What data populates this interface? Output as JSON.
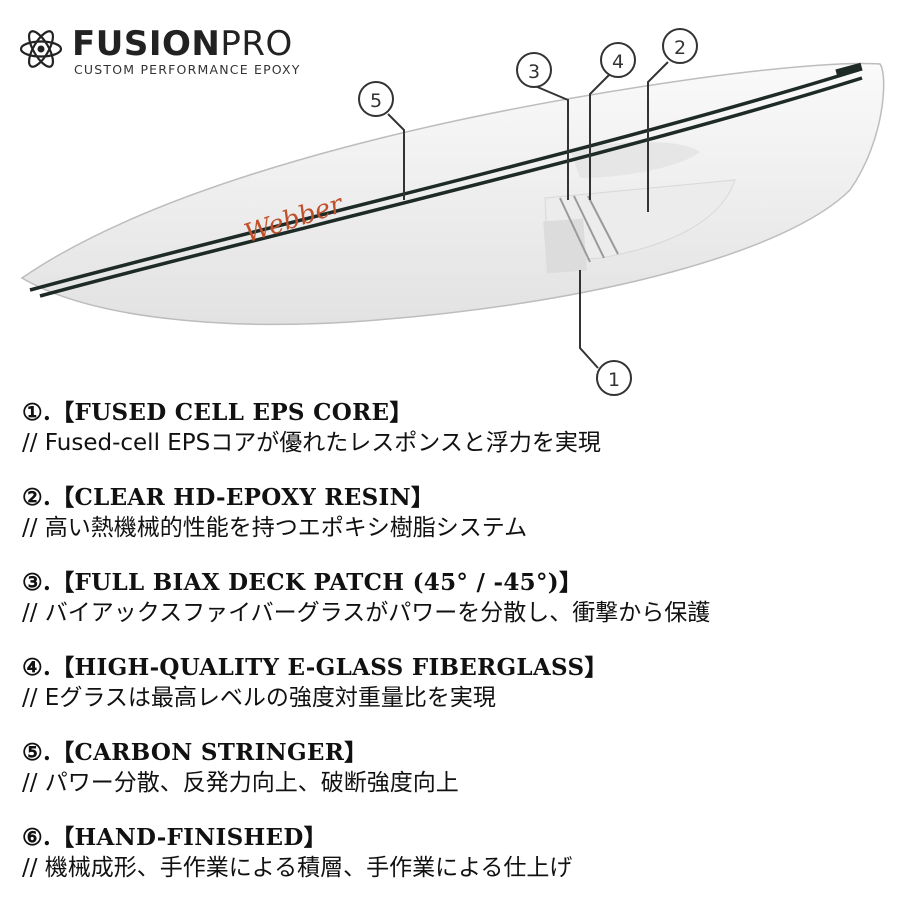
{
  "header": {
    "brand_primary": "FUSION",
    "brand_secondary": "PRO",
    "tagline": "CUSTOM PERFORMANCE EPOXY"
  },
  "board": {
    "signature": "Webber",
    "callouts": [
      "①",
      "②",
      "③",
      "④",
      "⑤"
    ]
  },
  "features": [
    {
      "title": "①.【FUSED CELL EPS CORE】",
      "desc": "// Fused-cell EPSコアが優れたレスポンスと浮力を実現"
    },
    {
      "title": "②.【CLEAR HD-EPOXY RESIN】",
      "desc": "// 高い熱機械的性能を持つエポキシ樹脂システム"
    },
    {
      "title": "③.【FULL BIAX DECK PATCH (45° / -45°)】",
      "desc": "// バイアックスファイバーグラスがパワーを分散し、衝撃から保護"
    },
    {
      "title": "④.【HIGH-QUALITY E-GLASS FIBERGLASS】",
      "desc": "// Eグラスは最高レベルの強度対重量比を実現"
    },
    {
      "title": "⑤.【CARBON STRINGER】",
      "desc": "// パワー分散、反発力向上、破断強度向上"
    },
    {
      "title": "⑥.【HAND-FINISHED】",
      "desc": "// 機械成形、手作業による積層、手作業による仕上げ"
    }
  ]
}
